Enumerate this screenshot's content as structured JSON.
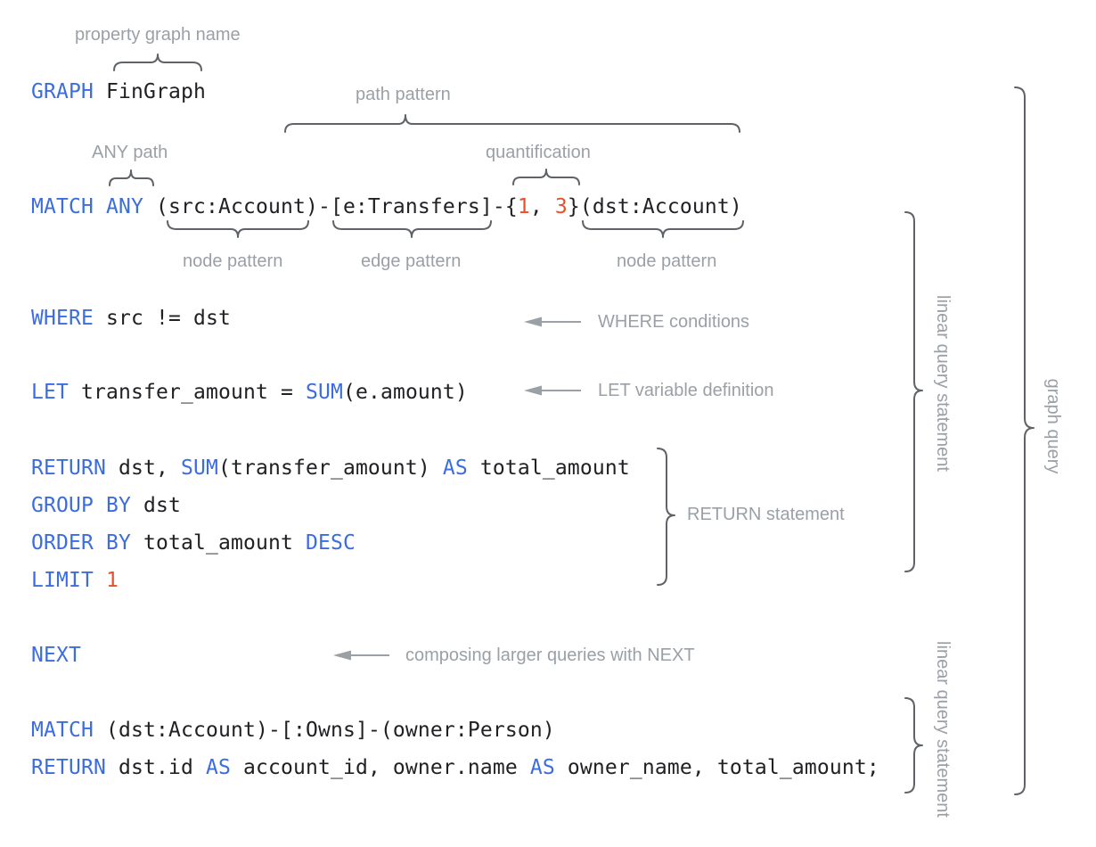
{
  "colors": {
    "keyword": "#3c6de0",
    "code": "#202124",
    "number": "#ea4f2b",
    "label": "#9aa0a6",
    "brace": "#5f6368",
    "arrow": "#9aa0a6"
  },
  "code": {
    "lines": {
      "graph": {
        "tokens": [
          [
            "GRAPH",
            "k"
          ],
          [
            " FinGraph",
            "c"
          ]
        ]
      },
      "match1": {
        "tokens": [
          [
            "MATCH ANY",
            "k"
          ],
          [
            " (src:Account)-[e:Transfers]-{",
            "c"
          ],
          [
            "1",
            "n"
          ],
          [
            ", ",
            "c"
          ],
          [
            "3",
            "n"
          ],
          [
            "}(dst:Account)",
            "c"
          ]
        ]
      },
      "where": {
        "tokens": [
          [
            "WHERE",
            "k"
          ],
          [
            " src != dst",
            "c"
          ]
        ]
      },
      "let": {
        "tokens": [
          [
            "LET",
            "k"
          ],
          [
            " transfer_amount = ",
            "c"
          ],
          [
            "SUM",
            "k"
          ],
          [
            "(e.amount)",
            "c"
          ]
        ]
      },
      "return1": {
        "tokens": [
          [
            "RETURN",
            "k"
          ],
          [
            " dst, ",
            "c"
          ],
          [
            "SUM",
            "k"
          ],
          [
            "(transfer_amount) ",
            "c"
          ],
          [
            "AS",
            "k"
          ],
          [
            " total_amount",
            "c"
          ]
        ]
      },
      "group": {
        "tokens": [
          [
            "GROUP BY",
            "k"
          ],
          [
            " dst",
            "c"
          ]
        ]
      },
      "order": {
        "tokens": [
          [
            "ORDER BY",
            "k"
          ],
          [
            " total_amount ",
            "c"
          ],
          [
            "DESC",
            "k"
          ]
        ]
      },
      "limit": {
        "tokens": [
          [
            "LIMIT",
            "k"
          ],
          [
            " ",
            "c"
          ],
          [
            "1",
            "n"
          ]
        ]
      },
      "next": {
        "tokens": [
          [
            "NEXT",
            "k"
          ]
        ]
      },
      "match2": {
        "tokens": [
          [
            "MATCH",
            "k"
          ],
          [
            " (dst:Account)-[:Owns]-(owner:Person)",
            "c"
          ]
        ]
      },
      "return2": {
        "tokens": [
          [
            "RETURN",
            "k"
          ],
          [
            " dst.id ",
            "c"
          ],
          [
            "AS",
            "k"
          ],
          [
            " account_id, owner.name ",
            "c"
          ],
          [
            "AS",
            "k"
          ],
          [
            " owner_name, total_amount;",
            "c"
          ]
        ]
      }
    }
  },
  "annotations": {
    "property_graph_name": "property graph name",
    "path_pattern": "path pattern",
    "any_path": "ANY path",
    "quantification": "quantification",
    "node_pattern_left": "node pattern",
    "edge_pattern": "edge pattern",
    "node_pattern_right": "node pattern",
    "where_conditions": "WHERE conditions",
    "let_variable_definition": "LET variable definition",
    "return_statement": "RETURN statement",
    "composing_next": "composing larger queries with NEXT",
    "linear_query_statement_1": "linear query statement",
    "graph_query": "graph query",
    "linear_query_statement_2": "linear query statement"
  }
}
